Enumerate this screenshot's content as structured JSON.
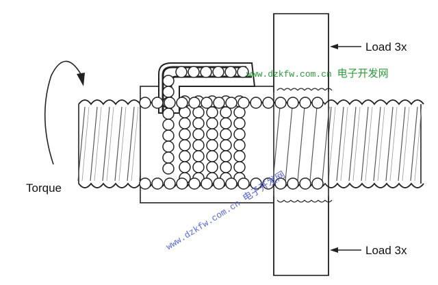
{
  "labels": {
    "load_top": "Load 3x",
    "load_bottom": "Load 3x",
    "torque": "Torque"
  },
  "watermarks": {
    "green_url": "www.dzkfw.com.cn",
    "green_cn": "电子开发网",
    "blue_url": "www.dzkfw.com.cn",
    "blue_cn": "电子开发网"
  }
}
